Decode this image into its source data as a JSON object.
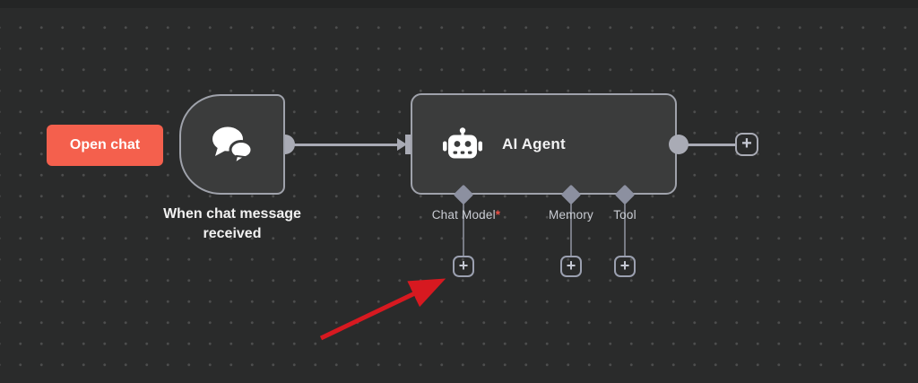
{
  "canvas": {
    "background_color": "#2a2b2b",
    "dot_color": "#4d4e4e"
  },
  "open_chat_button": {
    "label": "Open chat",
    "background_color": "#f4604d"
  },
  "trigger_node": {
    "title": "When chat message received",
    "icon": "chat-bubbles-icon"
  },
  "agent_node": {
    "title": "AI Agent",
    "icon": "robot-icon",
    "inputs": [
      {
        "label": "Chat Model",
        "required_marker": "*"
      },
      {
        "label": "Memory",
        "required_marker": ""
      },
      {
        "label": "Tool",
        "required_marker": ""
      }
    ]
  },
  "glyphs": {
    "plus": "+"
  },
  "annotation": {
    "arrow_color": "#d71920"
  },
  "connector_colors": {
    "edge": "#a9abb5",
    "diamond": "#8c90a0"
  }
}
